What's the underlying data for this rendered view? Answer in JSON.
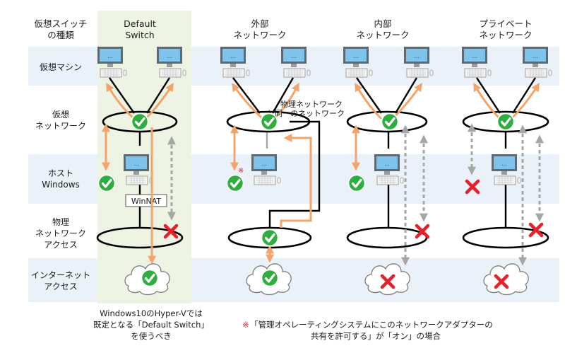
{
  "colors": {
    "band": "#eaf1f8",
    "highlight": "#ecf3e1",
    "orange": "#f4a46a",
    "gray_arrow": "#a6a6a6",
    "check": "#2eae3f",
    "cross": "#e8202a",
    "monitor_screen": "#7fc3ec",
    "monitor_frame": "#6e6e6e"
  },
  "headers": {
    "corner_line1": "仮想スイッチ",
    "corner_line2": "の種類",
    "col1_line1": "Default",
    "col1_line2": "Switch",
    "col2_line1": "外部",
    "col2_line2": "ネットワーク",
    "col3_line1": "内部",
    "col3_line2": "ネットワーク",
    "col4_line1": "プライベート",
    "col4_line2": "ネットワーク"
  },
  "rows": {
    "vm": "仮想マシン",
    "vnet_line1": "仮想",
    "vnet_line2": "ネットワーク",
    "host_line1": "ホスト",
    "host_line2": "Windows",
    "phys_line1": "物理",
    "phys_line2": "ネットワーク",
    "phys_line3": "アクセス",
    "inet_line1": "インターネット",
    "inet_line2": "アクセス"
  },
  "labels": {
    "winnat": "WinNAT",
    "ext_note_line1": "物理ネットワーク",
    "ext_note_line2": "と同一のネットワーク",
    "asterisk": "※"
  },
  "notes": {
    "left_line1": "Windows10のHyper-Vでは",
    "left_line2": "既定となる「Default Switch」",
    "left_line3": "を使うべき",
    "right_mark": "※",
    "right_line1": "「管理オペレーティングシステムにこのネットワークアダプターの",
    "right_line2": "共有を許可する」が「オン」の場合"
  }
}
